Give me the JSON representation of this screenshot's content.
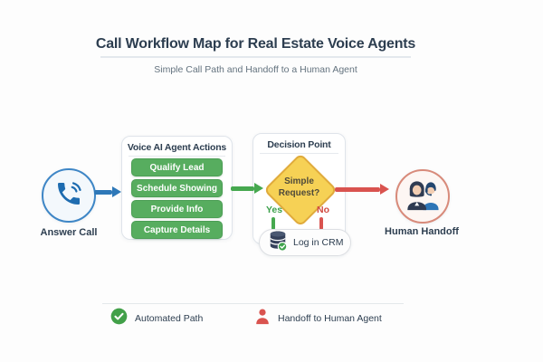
{
  "header": {
    "title": "Call Workflow Map for Real Estate Voice Agents",
    "subtitle": "Simple Call Path and Handoff to a Human Agent"
  },
  "nodes": {
    "answer_call": {
      "label": "Answer Call",
      "icon": "phone-waves-icon"
    },
    "voice_ai": {
      "title": "Voice AI Agent Actions",
      "actions": [
        "Qualify Lead",
        "Schedule Showing",
        "Provide Info",
        "Capture Details"
      ]
    },
    "decision": {
      "title": "Decision Point",
      "question": "Simple Request?",
      "yes_label": "Yes",
      "no_label": "No",
      "crm": {
        "label": "Log in CRM",
        "icon": "database-check-icon"
      }
    },
    "human_handoff": {
      "label": "Human Handoff",
      "icon": "support-agents-icon"
    }
  },
  "legend": {
    "items": [
      {
        "icon": "check-circle-icon",
        "label": "Automated Path"
      },
      {
        "icon": "person-icon",
        "label": "Handoff to Human Agent"
      }
    ]
  },
  "colors": {
    "navy_text": "#2d3e50",
    "automated_green": "#46a84f",
    "action_button_green": "#57ad5f",
    "handoff_red": "#d9534f",
    "call_blue": "#2e78b8",
    "decision_yellow": "#f6d155",
    "decision_yellow_border": "#e0ab3c"
  }
}
